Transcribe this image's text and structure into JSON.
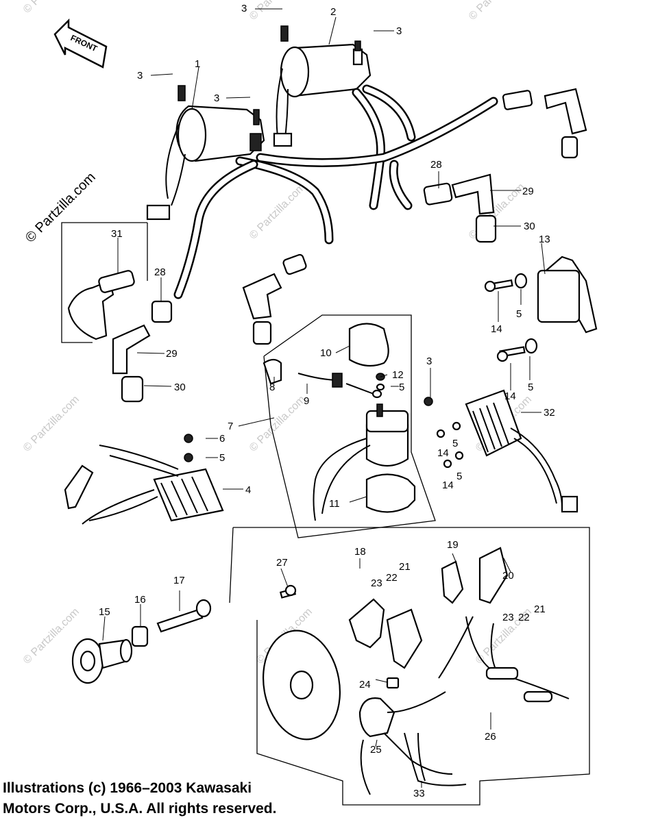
{
  "front_label": "FRONT",
  "watermark": "© Partzilla.com",
  "copyright_lines": [
    "Illustrations (c) 1966–2003 Kawasaki",
    "Motors Corp., U.S.A.  All rights reserved."
  ],
  "callouts": [
    "1",
    "2",
    "3",
    "4",
    "5",
    "6",
    "7",
    "8",
    "9",
    "10",
    "11",
    "12",
    "13",
    "14",
    "15",
    "16",
    "17",
    "18",
    "19",
    "20",
    "21",
    "22",
    "23",
    "24",
    "25",
    "26",
    "27",
    "28",
    "29",
    "30",
    "31",
    "32",
    "33"
  ]
}
